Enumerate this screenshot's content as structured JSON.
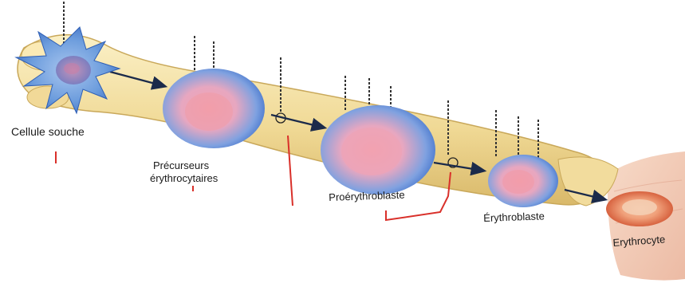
{
  "labels": {
    "cellule_souche": "Cellule souche",
    "precurseurs_line1": "Précurseurs",
    "precurseurs_line2": "érythrocytaires",
    "proerythroblaste": "Proérythroblaste",
    "erythroblaste": "Érythroblaste",
    "erythrocyte": "Erythrocyte"
  },
  "colors": {
    "bone": "#f3e2a6",
    "bone_edge": "#c9a85a",
    "cell_blue": "#4f86d6",
    "cell_core": "#ee9aa8",
    "arrow": "#1b2a4a",
    "marker_red": "#d9302a",
    "tissue": "#f2c7b0"
  }
}
